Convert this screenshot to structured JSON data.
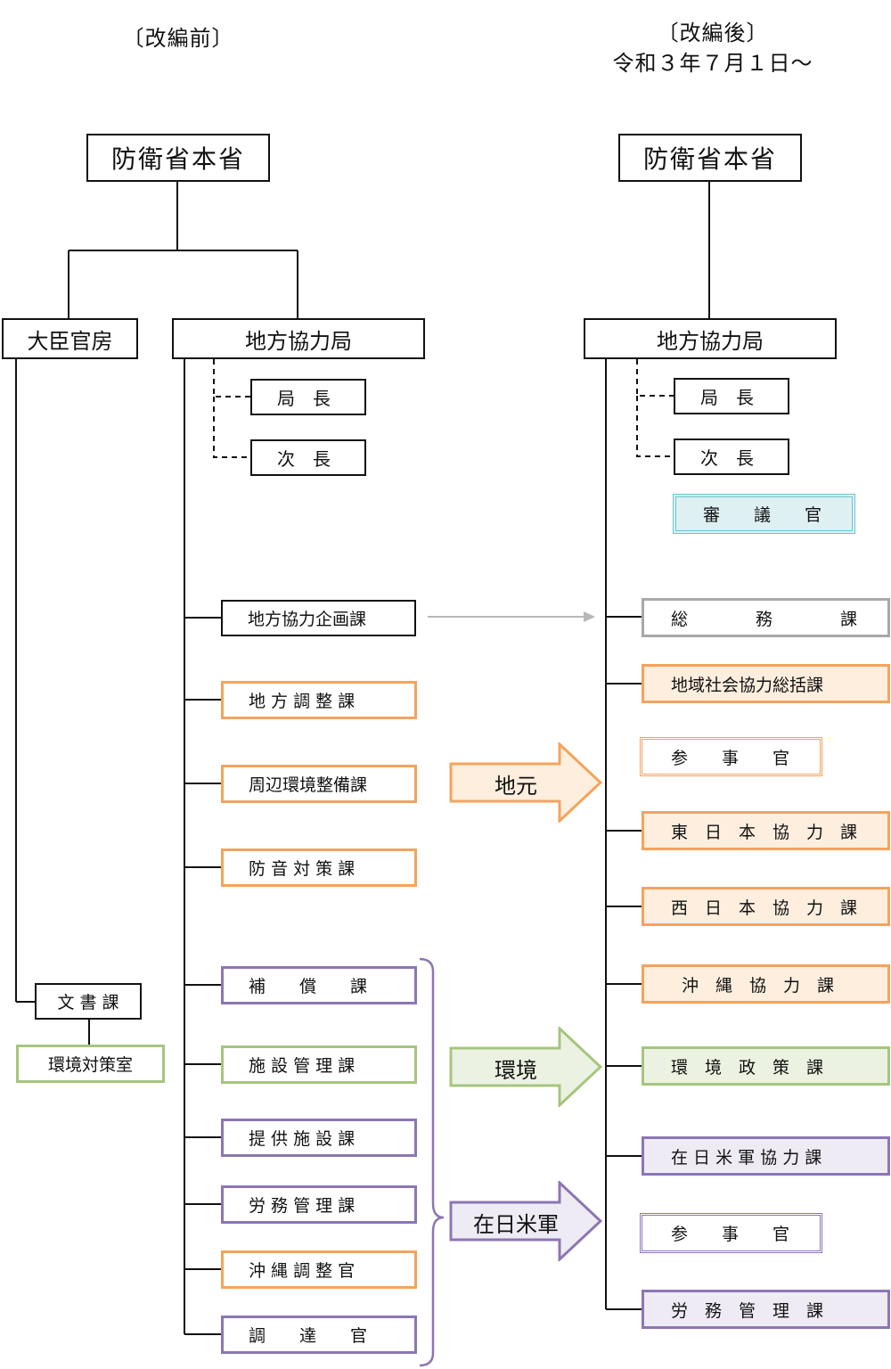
{
  "headers": {
    "before": "〔改編前〕",
    "after_line1": "〔改編後〕",
    "after_line2": "令和３年７月１日～"
  },
  "before": {
    "ministry": "防衛省本省",
    "secretariat": "大臣官房",
    "bureau": "地方協力局",
    "director_general": "局　長",
    "deputy": "次　長",
    "divisions": {
      "planning": "地方協力企画課",
      "local_coordination": "地 方 調 整 課",
      "surroundings": "周辺環境整備課",
      "noise": "防 音 対 策 課",
      "compensation": "補　　償　　課",
      "facilities_mgmt": "施 設 管 理 課",
      "provided_facilities": "提 供 施 設 課",
      "labor": "労 務 管 理 課",
      "okinawa_coord": "沖 縄 調 整 官",
      "procurement": "調　　達　　官"
    },
    "documents": "文 書 課",
    "environment_office": "環境対策室"
  },
  "after": {
    "ministry": "防衛省本省",
    "bureau": "地方協力局",
    "director_general": "局　長",
    "deputy": "次　長",
    "councillor": "審　　議　　官",
    "divisions": {
      "general_affairs": "総　　　　務　　　　課",
      "community": "地域社会協力総括課",
      "counsellor_local": "参　　事　　官",
      "east_japan": "東　日　本　協　力　課",
      "west_japan": "西　日　本　協　力　課",
      "okinawa": "沖　縄　協　力　課",
      "environment_policy": "環　境　政　策　課",
      "usfj": "在 日 米 軍 協 力 課",
      "counsellor_usfj": "参　　事　　官",
      "labor": "労　務　管　理　課"
    }
  },
  "arrows": {
    "local": "地元",
    "environment": "環境",
    "usfj": "在日米軍"
  },
  "colors": {
    "orange_border": "#f5a35c",
    "orange_fill": "#fdeede",
    "purple_border": "#8c76b4",
    "purple_fill": "#eeebf5",
    "green_border": "#a6c57e",
    "green_fill": "#ebf2e1",
    "gray_border": "#a8a8a8",
    "teal_border": "#6cc4cf",
    "teal_fill": "#dff0f3"
  }
}
